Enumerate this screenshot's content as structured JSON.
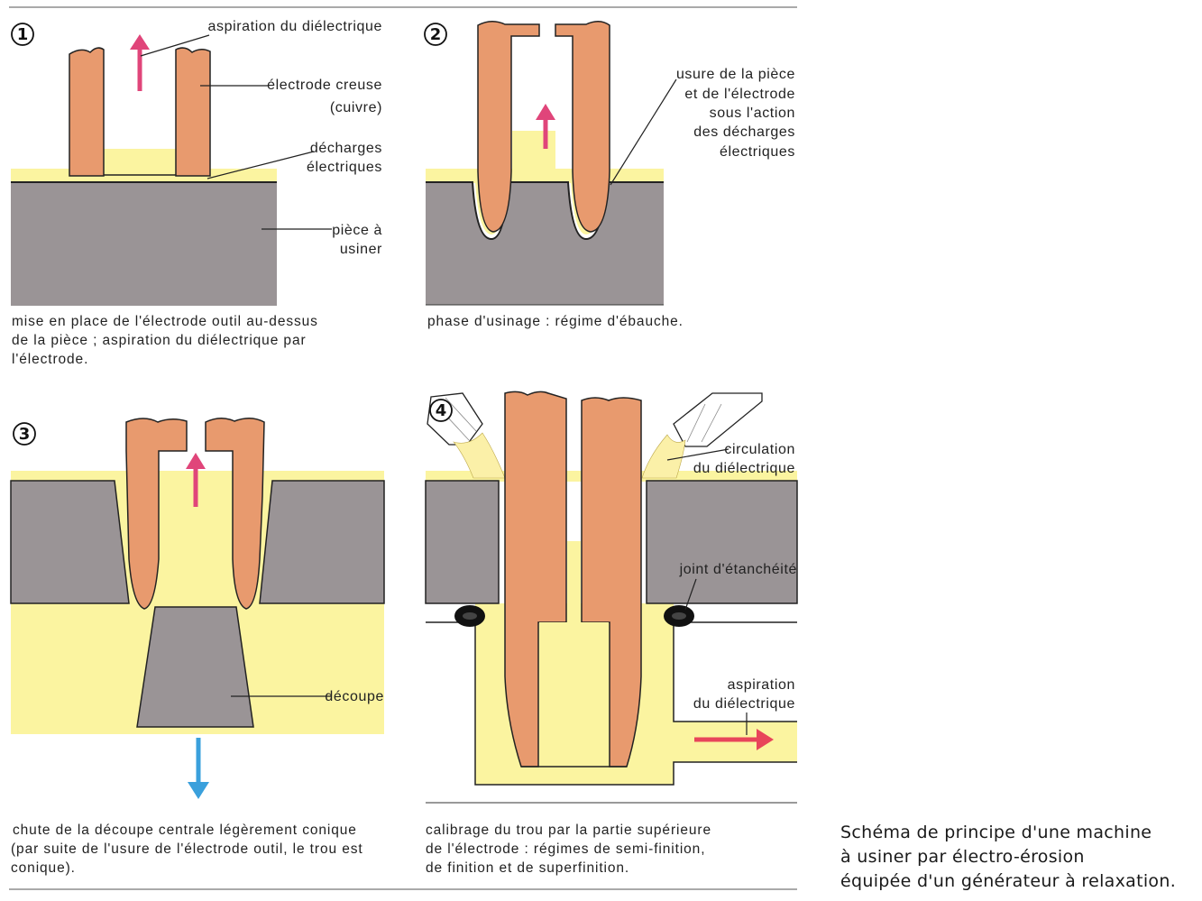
{
  "panel1": {
    "number": "1",
    "labels": {
      "aspiration": "aspiration du diélectrique",
      "electrode_1": "électrode creuse",
      "electrode_2": "(cuivre)",
      "discharges_1": "décharges",
      "discharges_2": "électriques",
      "piece_1": "pièce à",
      "piece_2": "usiner"
    },
    "caption": [
      "mise en place de l'électrode outil au-dessus",
      "de la pièce ; aspiration du diélectrique par",
      "l'électrode."
    ]
  },
  "panel2": {
    "number": "2",
    "labels": {
      "wear_1": "usure de la pièce",
      "wear_2": "et de l'électrode",
      "wear_3": "sous l'action",
      "wear_4": "des décharges",
      "wear_5": "électriques"
    },
    "caption": [
      "phase d'usinage : régime d'ébauche."
    ]
  },
  "panel3": {
    "number": "3",
    "labels": {
      "cutout": "découpe"
    },
    "caption": [
      "chute de la découpe centrale légèrement conique",
      "(par suite de l'usure de l'électrode outil, le trou est",
      "conique)."
    ]
  },
  "panel4": {
    "number": "4",
    "labels": {
      "circulation_1": "circulation",
      "circulation_2": "du diélectrique",
      "seal": "joint d'étanchéité",
      "aspiration_1": "aspiration",
      "aspiration_2": "du diélectrique"
    },
    "caption": [
      "calibrage du trou par la partie supérieure",
      "de l'électrode : régimes de semi-finition,",
      "de finition et de superfinition."
    ]
  },
  "title": [
    "Schéma de principe d'une machine",
    "à usiner par électro-érosion",
    "équipée d'un générateur à relaxation."
  ],
  "colors": {
    "electrode": "#e89a6e",
    "dielectric": "#fbf4a0",
    "workpiece": "#9a9496",
    "arrow_up": "#e0457a",
    "arrow_down": "#3aa0dc",
    "arrow_right": "#e8455a"
  }
}
